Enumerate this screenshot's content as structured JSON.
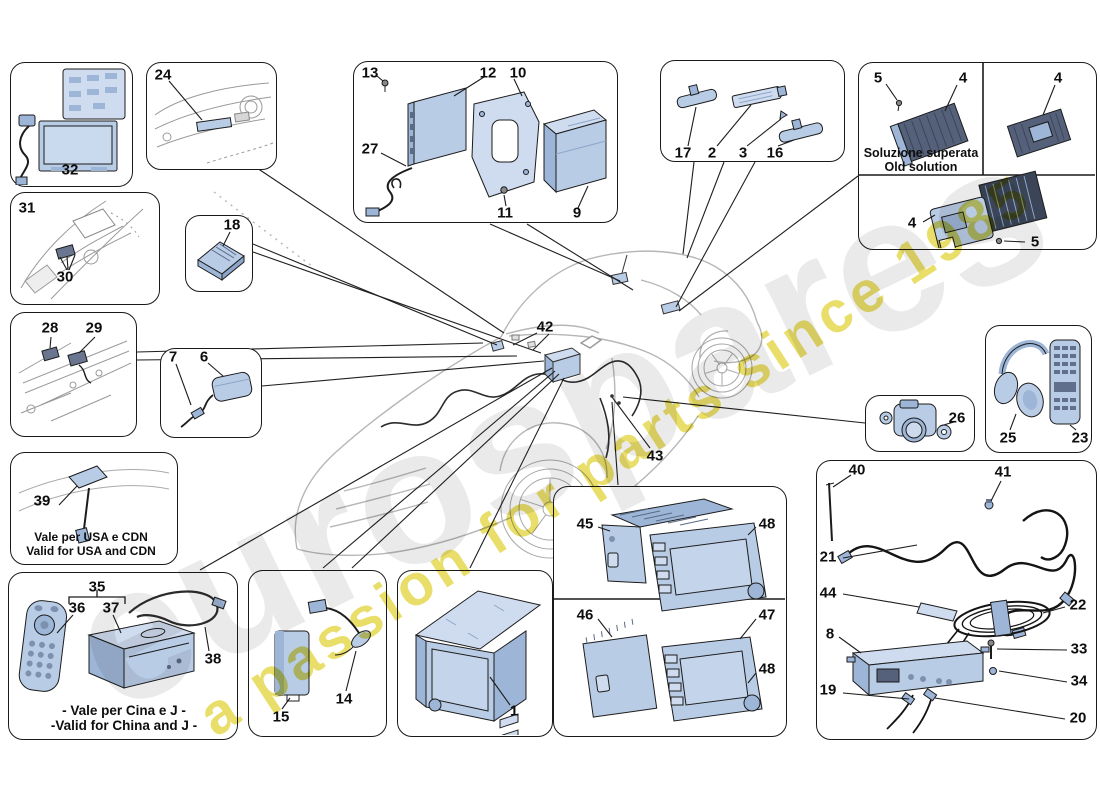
{
  "watermark": {
    "brand": "eurospares",
    "slogan": "a passion for parts since 1985"
  },
  "captions": {
    "old_solution_line1": "Soluzione superata",
    "old_solution_line2": "Old solution",
    "usa_line1": "Vale per USA e CDN",
    "usa_line2": "Valid for USA and CDN",
    "china_line1": "- Vale per Cina e J -",
    "china_line2": "-Valid for China and J -"
  },
  "part_labels": {
    "p1": "1",
    "p2": "2",
    "p3": "3",
    "p4a": "4",
    "p4b": "4",
    "p4c": "4",
    "p5a": "5",
    "p5c": "5",
    "p6": "6",
    "p7": "7",
    "p8": "8",
    "p9": "9",
    "p10": "10",
    "p11": "11",
    "p12": "12",
    "p13": "13",
    "p14": "14",
    "p15": "15",
    "p16": "16",
    "p17": "17",
    "p18": "18",
    "p19": "19",
    "p20": "20",
    "p21": "21",
    "p22": "22",
    "p23": "23",
    "p24": "24",
    "p25": "25",
    "p26": "26",
    "p27": "27",
    "p28": "28",
    "p29": "29",
    "p30": "30",
    "p31": "31",
    "p32": "32",
    "p33": "33",
    "p34": "34",
    "p35": "35",
    "p36": "36",
    "p37": "37",
    "p38": "38",
    "p39": "39",
    "p40": "40",
    "p41": "41",
    "p42": "42",
    "p43": "43",
    "p44": "44",
    "p45": "45",
    "p46": "46",
    "p47": "47",
    "p48a": "48",
    "p48b": "48"
  }
}
